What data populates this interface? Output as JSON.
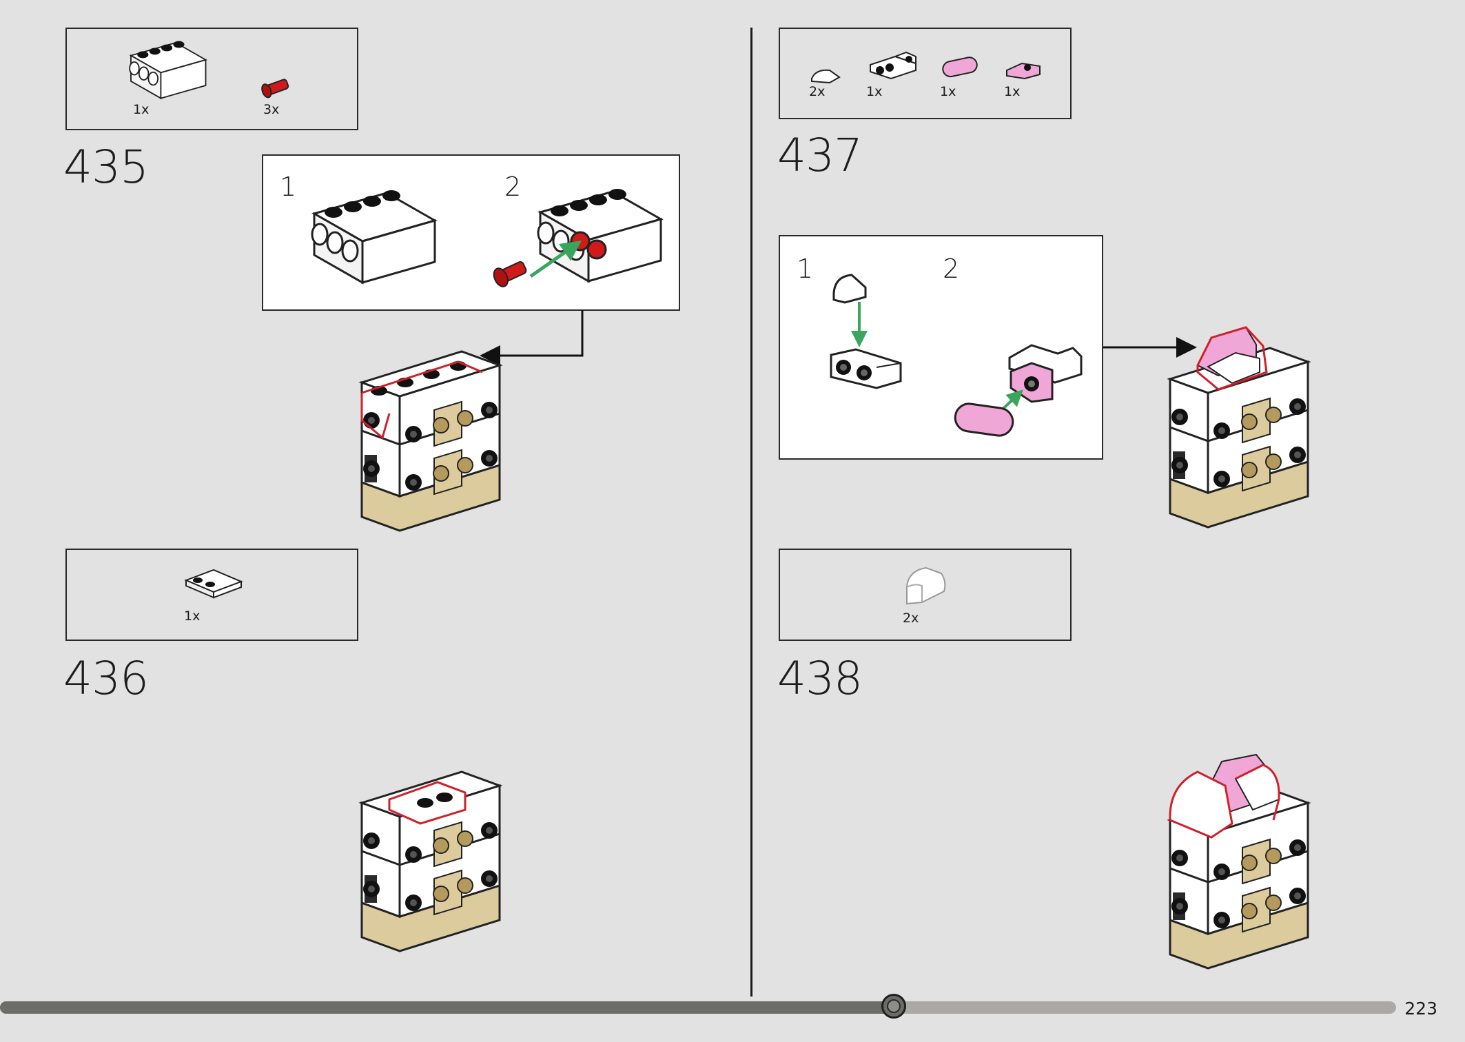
{
  "page_number": "223",
  "progress": {
    "fraction": 0.64
  },
  "steps": [
    {
      "number": "435",
      "parts": [
        {
          "qty": "1x",
          "icon": "technic-brick-1x4-white-icon"
        },
        {
          "qty": "3x",
          "icon": "technic-pin-red-icon"
        }
      ],
      "sub_steps": [
        "1",
        "2"
      ]
    },
    {
      "number": "436",
      "parts": [
        {
          "qty": "1x",
          "icon": "tile-2x2-studs-white-icon"
        }
      ]
    },
    {
      "number": "437",
      "parts": [
        {
          "qty": "2x",
          "icon": "curved-slope-white-icon"
        },
        {
          "qty": "1x",
          "icon": "bracket-plate-white-icon"
        },
        {
          "qty": "1x",
          "icon": "tile-round-pink-icon"
        },
        {
          "qty": "1x",
          "icon": "tile-pin-pink-icon"
        }
      ],
      "sub_steps": [
        "1",
        "2"
      ]
    },
    {
      "number": "438",
      "parts": [
        {
          "qty": "2x",
          "icon": "curved-slope-2x2-white-icon"
        }
      ]
    }
  ],
  "colors": {
    "background": "#e2e2e2",
    "highlight": "#d0202a",
    "arrow_green": "#3aa55c",
    "tan": "#dccb9c",
    "pink": "#f0a7d8",
    "red_part": "#d11a1a"
  }
}
